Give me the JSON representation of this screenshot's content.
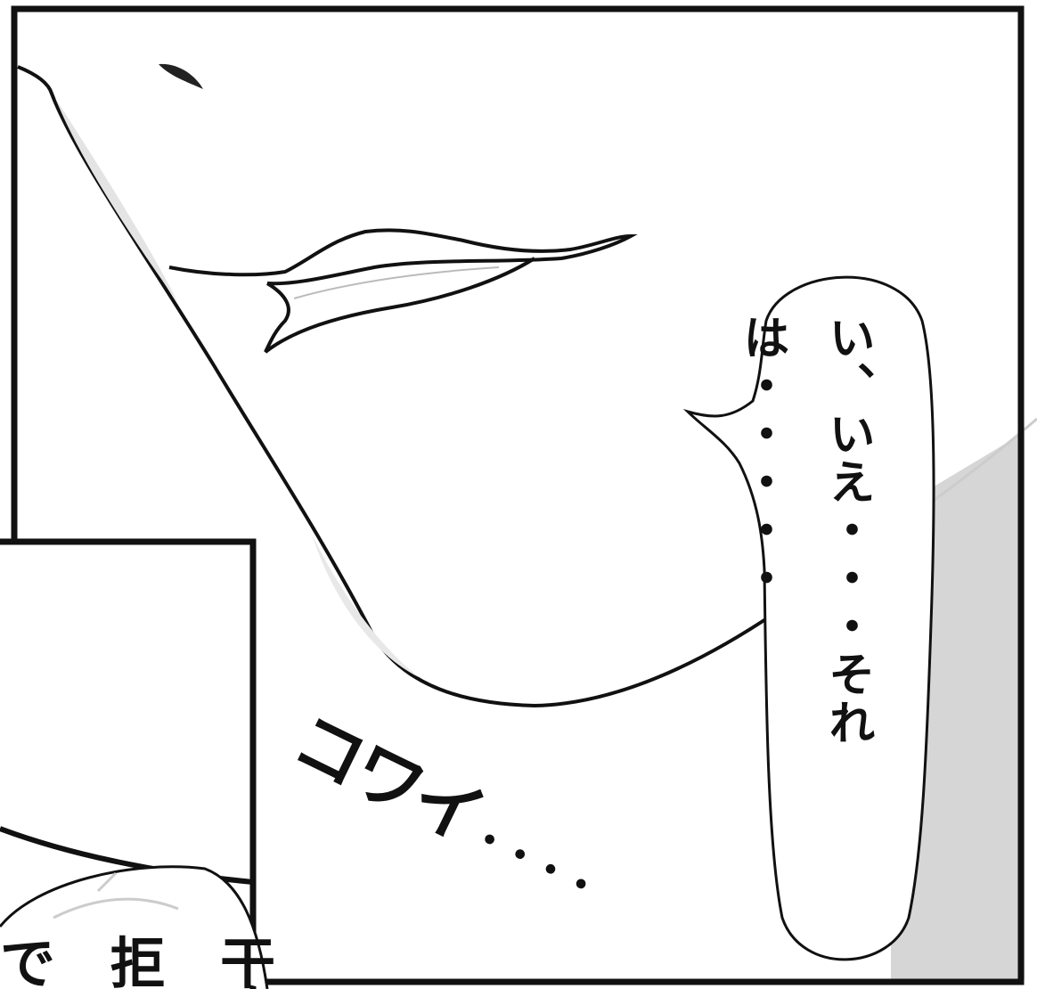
{
  "speech_bubble": {
    "text": "い、いえ・・・それは・・・・・"
  },
  "sound_effect": {
    "text": "コワイ",
    "dots": "・・・・"
  },
  "left_edge_bubble": {
    "text": "で 拒 干"
  },
  "colors": {
    "ink": "#111111",
    "screentone": "#d8d8d8",
    "paper": "#ffffff"
  }
}
